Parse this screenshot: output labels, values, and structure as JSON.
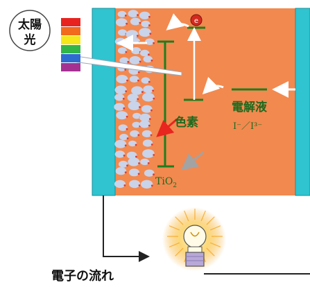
{
  "labels": {
    "sunlight": [
      "太陽",
      "光"
    ],
    "dye": "色素",
    "electrolyte": "電解液",
    "redox": "I⁻／I³⁻",
    "tio2_main": "TiO",
    "tio2_sub": "2",
    "electron": "e",
    "electron_flow": "電子の流れ"
  },
  "colors": {
    "cell_fill": "#f2894f",
    "electrode_fill": "#2fc4cf",
    "energy_level": "#1e7d1e",
    "particle": "#c9d3ea",
    "particle_dot": "#e23b2b",
    "electron": "#d42a1e",
    "sun_arrow": "#e8251e",
    "gray_arrow": "#a3a3a3",
    "wire": "#222222",
    "bulb_glow": "#f5a21b",
    "bulb_base": "#b7a8d8"
  },
  "spectrum_colors": [
    "#e8231f",
    "#f26a1d",
    "#f5e71a",
    "#33b449",
    "#2e6bd0",
    "#a43192"
  ]
}
